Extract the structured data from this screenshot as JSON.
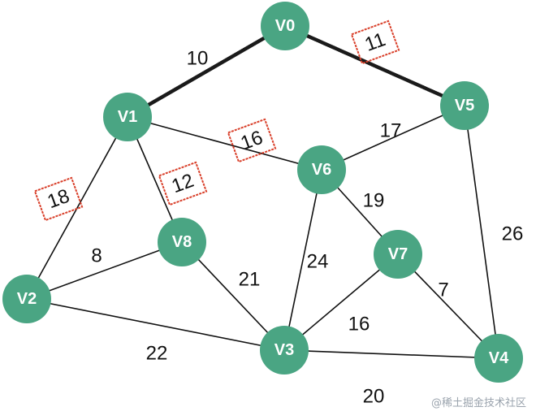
{
  "colors": {
    "node_fill": "#4aa583",
    "node_text": "#ffffff",
    "edge": "#111111",
    "mst_edge": "#1a1a1a",
    "highlight_box": "#d9402b"
  },
  "nodes": [
    {
      "id": "V0",
      "label": "V0"
    },
    {
      "id": "V1",
      "label": "V1"
    },
    {
      "id": "V2",
      "label": "V2"
    },
    {
      "id": "V3",
      "label": "V3"
    },
    {
      "id": "V4",
      "label": "V4"
    },
    {
      "id": "V5",
      "label": "V5"
    },
    {
      "id": "V6",
      "label": "V6"
    },
    {
      "id": "V7",
      "label": "V7"
    },
    {
      "id": "V8",
      "label": "V8"
    }
  ],
  "edges": [
    {
      "from": "V0",
      "to": "V1",
      "weight": "10",
      "style": "mst",
      "highlighted": false
    },
    {
      "from": "V0",
      "to": "V5",
      "weight": "11",
      "style": "mst",
      "highlighted": true
    },
    {
      "from": "V1",
      "to": "V6",
      "weight": "16",
      "style": "normal",
      "highlighted": true
    },
    {
      "from": "V1",
      "to": "V2",
      "weight": "18",
      "style": "normal",
      "highlighted": true
    },
    {
      "from": "V1",
      "to": "V8",
      "weight": "12",
      "style": "normal",
      "highlighted": true
    },
    {
      "from": "V5",
      "to": "V6",
      "weight": "17",
      "style": "normal",
      "highlighted": false
    },
    {
      "from": "V5",
      "to": "V4",
      "weight": "26",
      "style": "normal",
      "highlighted": false
    },
    {
      "from": "V6",
      "to": "V7",
      "weight": "19",
      "style": "normal",
      "highlighted": false
    },
    {
      "from": "V6",
      "to": "V3",
      "weight": "24",
      "style": "normal",
      "highlighted": false
    },
    {
      "from": "V8",
      "to": "V2",
      "weight": "8",
      "style": "normal",
      "highlighted": false
    },
    {
      "from": "V8",
      "to": "V3",
      "weight": "21",
      "style": "normal",
      "highlighted": false
    },
    {
      "from": "V7",
      "to": "V3",
      "weight": "16",
      "style": "normal",
      "highlighted": false
    },
    {
      "from": "V7",
      "to": "V4",
      "weight": "7",
      "style": "normal",
      "highlighted": false
    },
    {
      "from": "V2",
      "to": "V3",
      "weight": "22",
      "style": "normal",
      "highlighted": false
    },
    {
      "from": "V3",
      "to": "V4",
      "weight": "20",
      "style": "normal",
      "highlighted": false
    }
  ],
  "watermark": "@稀土掘金技术社区"
}
